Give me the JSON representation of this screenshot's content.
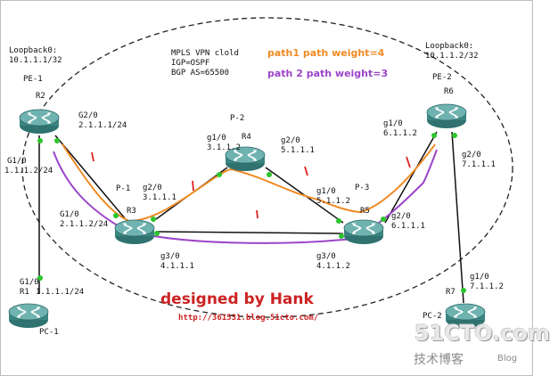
{
  "info": {
    "line1": "MPLS VPN clold",
    "line2": "IGP=OSPF",
    "line3": "BGP AS=65500"
  },
  "paths": {
    "path1": "path1 path weight=4",
    "path2": "path 2 path weight=3"
  },
  "colors": {
    "path1": "#f08a24",
    "path2": "#9b45c9",
    "link": "#111111",
    "designed": "#cc2222",
    "port_dot": "#2cc52c",
    "router": "#3f8f8d"
  },
  "devices": {
    "pe1": {
      "role": "PE-1",
      "name": "R2",
      "loopback_label": "Loopback0:",
      "loopback_ip": "10.1.1.1/32"
    },
    "pe2": {
      "role": "PE-2",
      "name": "R6",
      "loopback_label": "Loopback0:",
      "loopback_ip": "10.1.1.2/32"
    },
    "p1": {
      "role": "P-1",
      "name": "R3"
    },
    "p2": {
      "role": "P-2",
      "name": "R4"
    },
    "p3": {
      "role": "P-3",
      "name": "R5"
    },
    "pc1": {
      "name": "PC-1"
    },
    "pc2": {
      "name": "PC-2"
    },
    "r1": {
      "name": "R1"
    },
    "r7": {
      "name": "R7"
    }
  },
  "interfaces": {
    "r2_g20": {
      "if": "G2/0",
      "ip": "2.1.1.1/24"
    },
    "r2_g10": {
      "if": "G1/0",
      "ip": "1.1.1.2/24"
    },
    "r1_g10": {
      "if": "G1/0",
      "ip": "1.1.1.1/24"
    },
    "r3_g10": {
      "if": "G1/0",
      "ip": "2.1.1.2/24"
    },
    "r3_g20": {
      "if": "g2/0",
      "ip": "3.1.1.1"
    },
    "r3_g30": {
      "if": "g3/0",
      "ip": "4.1.1.1"
    },
    "r4_g10": {
      "if": "g1/0",
      "ip": "3.1.1.2"
    },
    "r4_g20": {
      "if": "g2/0",
      "ip": "5.1.1.1"
    },
    "r5_g10": {
      "if": "g1/0",
      "ip": "5.1.1.2"
    },
    "r5_g20": {
      "if": "g2/0",
      "ip": "6.1.1.1"
    },
    "r5_g30": {
      "if": "g3/0",
      "ip": "4.1.1.2"
    },
    "r6_g10": {
      "if": "g1/0",
      "ip": "6.1.1.2"
    },
    "r6_g20": {
      "if": "g2/0",
      "ip": "7.1.1.1"
    },
    "r7_g10": {
      "if": "g1/0",
      "ip": "7.1.1.2"
    }
  },
  "designed": {
    "title": "designed by Hank",
    "url": "http://361531.blog.51cto.com/"
  },
  "watermark": {
    "brand": "51CTO.com",
    "sub": "技术博客",
    "blog": "Blog"
  }
}
